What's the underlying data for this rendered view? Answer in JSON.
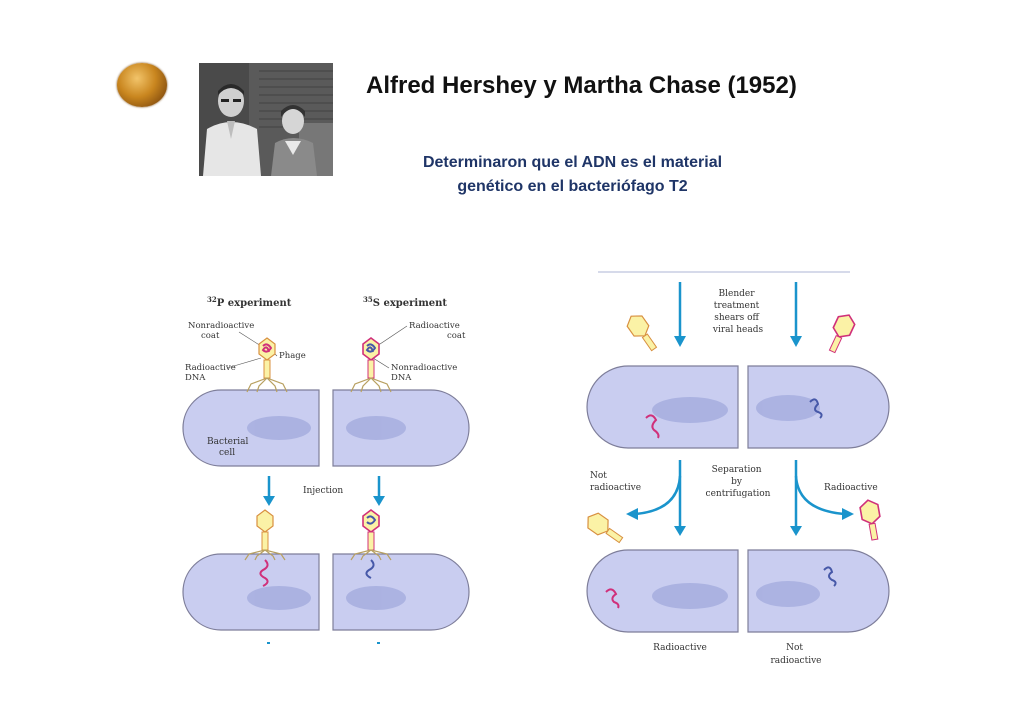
{
  "slide": {
    "title": "Alfred Hershey y Martha Chase (1952)",
    "subtitle_line1": "Determinaron que el ADN es el material",
    "subtitle_line2": "genético en el bacteriófago T2"
  },
  "left_diagram": {
    "p_experiment_mass": "32",
    "p_experiment_label": "P experiment",
    "s_experiment_mass": "35",
    "s_experiment_label": "S experiment",
    "nonradioactive_coat": [
      "Nonradioactive",
      "coat"
    ],
    "phage": "Phage",
    "radioactive_dna": [
      "Radioactive",
      "DNA"
    ],
    "radioactive_coat": [
      "Radioactive",
      "coat"
    ],
    "nonradioactive_dna": [
      "Nonradioactive",
      "DNA"
    ],
    "bacterial_cell": [
      "Bacterial",
      "cell"
    ],
    "injection": "Injection"
  },
  "right_diagram": {
    "blender": [
      "Blender",
      "treatment",
      "shears off",
      "viral heads"
    ],
    "separation": [
      "Separation",
      "by",
      "centrifugation"
    ],
    "not_radioactive_left": [
      "Not",
      "radioactive"
    ],
    "radioactive_right": "Radioactive",
    "bottom_left": "Radioactive",
    "bottom_right": [
      "Not",
      "radioactive"
    ]
  },
  "colors": {
    "title": "#111111",
    "subtitle": "#1f3567",
    "cell_fill": "#c9cdf0",
    "arrow": "#1a94cc",
    "phage_head": "#fbf2a6",
    "phage_outline": "#d89040",
    "radioactive_dna": "#d0307a",
    "nonradioactive_dna": "#4658a8"
  }
}
